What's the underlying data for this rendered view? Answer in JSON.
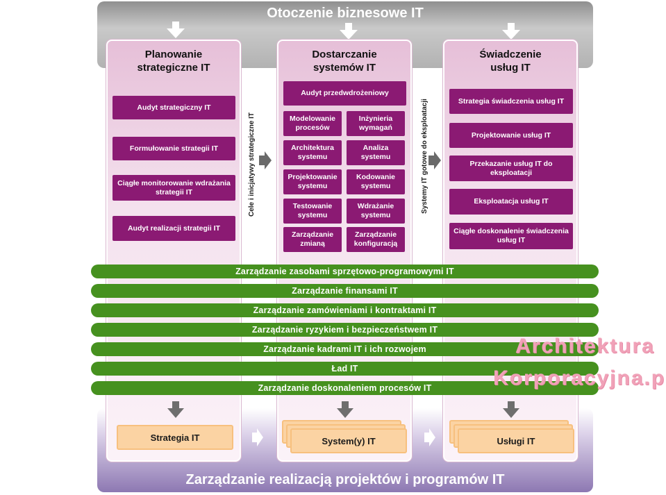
{
  "header": {
    "title": "Otoczenie biznesowe IT"
  },
  "footer": {
    "title": "Zarządzanie realizacją projektów i programów IT"
  },
  "columns": [
    {
      "title_line1": "Planowanie",
      "title_line2": "strategiczne IT"
    },
    {
      "title_line1": "Dostarczanie",
      "title_line2": "systemów IT"
    },
    {
      "title_line1": "Świadczenie",
      "title_line2": "usług IT"
    }
  ],
  "planning": {
    "items": [
      "Audyt strategiczny IT",
      "Formułowanie strategii IT",
      "Ciągłe monitorowanie wdrażania strategii IT",
      "Audyt realizacji strategii IT"
    ]
  },
  "delivery": {
    "top": "Audyt przedwdrożeniowy",
    "left": [
      "Modelowanie procesów",
      "Architektura systemu",
      "Projektowanie systemu",
      "Testowanie systemu",
      "Zarządzanie zmianą"
    ],
    "right": [
      "Inżynieria wymagań",
      "Analiza systemu",
      "Kodowanie systemu",
      "Wdrażanie systemu",
      "Zarządzanie konfiguracją"
    ]
  },
  "services": {
    "items": [
      "Strategia świadczenia usług IT",
      "Projektowanie usług IT",
      "Przekazanie usług IT do eksploatacji",
      "Eksploatacja usług IT",
      "Ciągłe doskonalenie świadczenia usług IT"
    ]
  },
  "connectors": {
    "left": "Cele i inicjatywy strategiczne IT",
    "right": "Systemy IT gotowe do eksploatacji"
  },
  "bars": [
    "Zarządzanie zasobami sprzętowo-programowymi IT",
    "Zarządzanie finansami IT",
    "Zarządzanie zamówieniami i kontraktami IT",
    "Zarządzanie ryzykiem i bezpieczeństwem IT",
    "Zarządzanie kadrami IT i ich rozwojem",
    "Ład IT",
    "Zarządzanie doskonaleniem procesów IT"
  ],
  "outputs": [
    "Strategia IT",
    "System(y) IT",
    "Usługi IT"
  ],
  "watermark": {
    "line1": "Architektura",
    "line2": "Korporacyjna.pl"
  },
  "colors": {
    "process_box": "#8b1a73",
    "bar": "#46911f",
    "output": "#fbd3a3",
    "arrow": "#7a7a7a"
  }
}
